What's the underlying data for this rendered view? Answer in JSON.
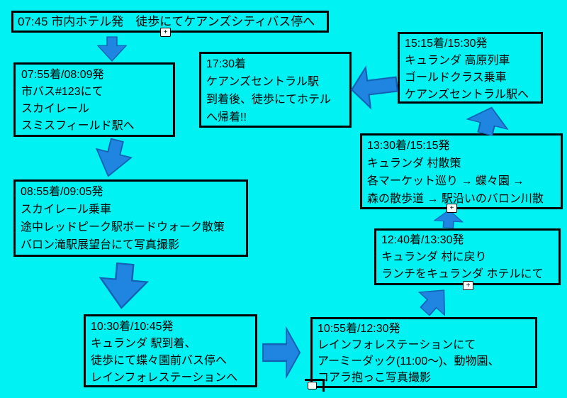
{
  "canvas": {
    "background": "#00f2f2",
    "box_border": "#000000",
    "arrow_fill": "#1f85e0",
    "arrow_edge": "#1261b5",
    "text_color": "#000000"
  },
  "boxes": [
    {
      "id": "depart-hotel",
      "lines": [
        "07:45 市内ホテル発　徒歩にてケアンズシティバス停へ"
      ]
    },
    {
      "id": "city-bus-to-skyrail",
      "lines": [
        "07:55着/08:09発",
        "市バス#123にて",
        "スカイレール",
        "スミスフィールド駅へ"
      ]
    },
    {
      "id": "skyrail-ride",
      "lines": [
        "08:55着/09:05発",
        "スカイレール乗車",
        "途中レッドピーク駅ボードウォーク散策",
        "バロン滝駅展望台にて写真撮影"
      ]
    },
    {
      "id": "kuranda-station-arrival",
      "lines": [
        "10:30着/10:45発",
        "キュランダ 駅到着、",
        "徒歩にて蝶々園前バス停へ",
        "レインフォレステーションへ"
      ]
    },
    {
      "id": "rainforestation",
      "lines": [
        "10:55着/12:30発",
        "レインフォレステーションにて",
        "アーミーダック(11:00〜)、動物園、",
        "コアラ抱っこ写真撮影"
      ]
    },
    {
      "id": "return-to-village",
      "lines": [
        "12:40着/13:30発",
        "キュランダ 村に戻り",
        "ランチをキュランダ ホテルにて"
      ]
    },
    {
      "id": "village-stroll",
      "lines": [
        "13:30着/15:15発",
        "キュランダ 村散策",
        "各マーケット巡り → 蝶々園 →",
        "森の散歩道 → 駅沿いのバロン川散"
      ]
    },
    {
      "id": "scenic-railway",
      "lines": [
        "15:15着/15:30発",
        "キュランダ 高原列車",
        "ゴールドクラス乗車",
        "ケアンズセントラル駅へ"
      ]
    },
    {
      "id": "arrive-hotel",
      "lines": [
        "17:30着",
        "ケアンズセントラル駅",
        "到着後、徒歩にてホテル",
        "へ帰着!!"
      ]
    }
  ],
  "arrows": [
    {
      "name": "arrow-1",
      "direction": "down",
      "from": "depart-hotel",
      "to": "city-bus-to-skyrail"
    },
    {
      "name": "arrow-2",
      "direction": "down",
      "from": "city-bus-to-skyrail",
      "to": "skyrail-ride"
    },
    {
      "name": "arrow-3",
      "direction": "down",
      "from": "skyrail-ride",
      "to": "kuranda-station-arrival"
    },
    {
      "name": "arrow-4",
      "direction": "right",
      "from": "kuranda-station-arrival",
      "to": "rainforestation"
    },
    {
      "name": "arrow-5",
      "direction": "up-right",
      "from": "rainforestation",
      "to": "return-to-village"
    },
    {
      "name": "arrow-6",
      "direction": "up",
      "from": "return-to-village",
      "to": "village-stroll"
    },
    {
      "name": "arrow-7",
      "direction": "up",
      "from": "village-stroll",
      "to": "scenic-railway"
    },
    {
      "name": "arrow-8",
      "direction": "left",
      "from": "scenic-railway",
      "to": "arrive-hotel"
    }
  ],
  "handle": {
    "symbol": "+"
  }
}
